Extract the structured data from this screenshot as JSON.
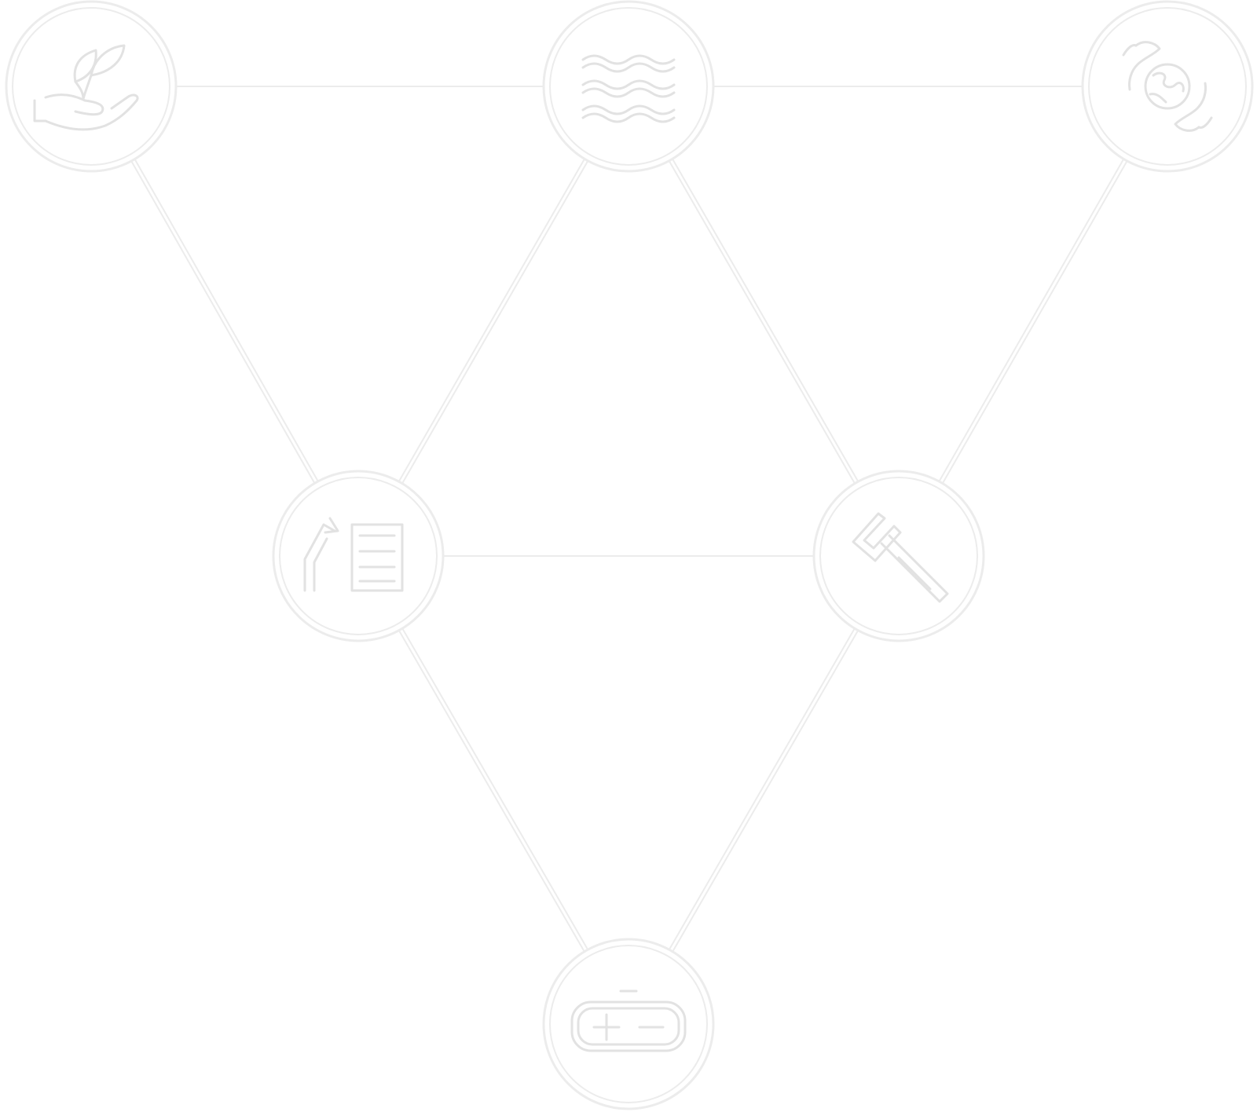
{
  "diagram": {
    "colors": {
      "background": "#ffffff",
      "stroke": "#ececec",
      "stroke_strong": "#e2e2e2"
    },
    "nodes": [
      {
        "id": "hand-plant",
        "icon": "hand-with-plant-icon"
      },
      {
        "id": "waves",
        "icon": "waves-icon"
      },
      {
        "id": "hand-globe",
        "icon": "globe-in-hands-icon"
      },
      {
        "id": "recycle-document",
        "icon": "recycle-document-icon"
      },
      {
        "id": "hammer",
        "icon": "hammer-icon"
      },
      {
        "id": "battery",
        "icon": "battery-icon"
      }
    ],
    "edges": [
      [
        "hand-plant",
        "waves"
      ],
      [
        "waves",
        "hand-globe"
      ],
      [
        "hand-plant",
        "recycle-document"
      ],
      [
        "waves",
        "recycle-document"
      ],
      [
        "waves",
        "hammer"
      ],
      [
        "hand-globe",
        "hammer"
      ],
      [
        "recycle-document",
        "hammer"
      ],
      [
        "recycle-document",
        "battery"
      ],
      [
        "hammer",
        "battery"
      ]
    ]
  }
}
